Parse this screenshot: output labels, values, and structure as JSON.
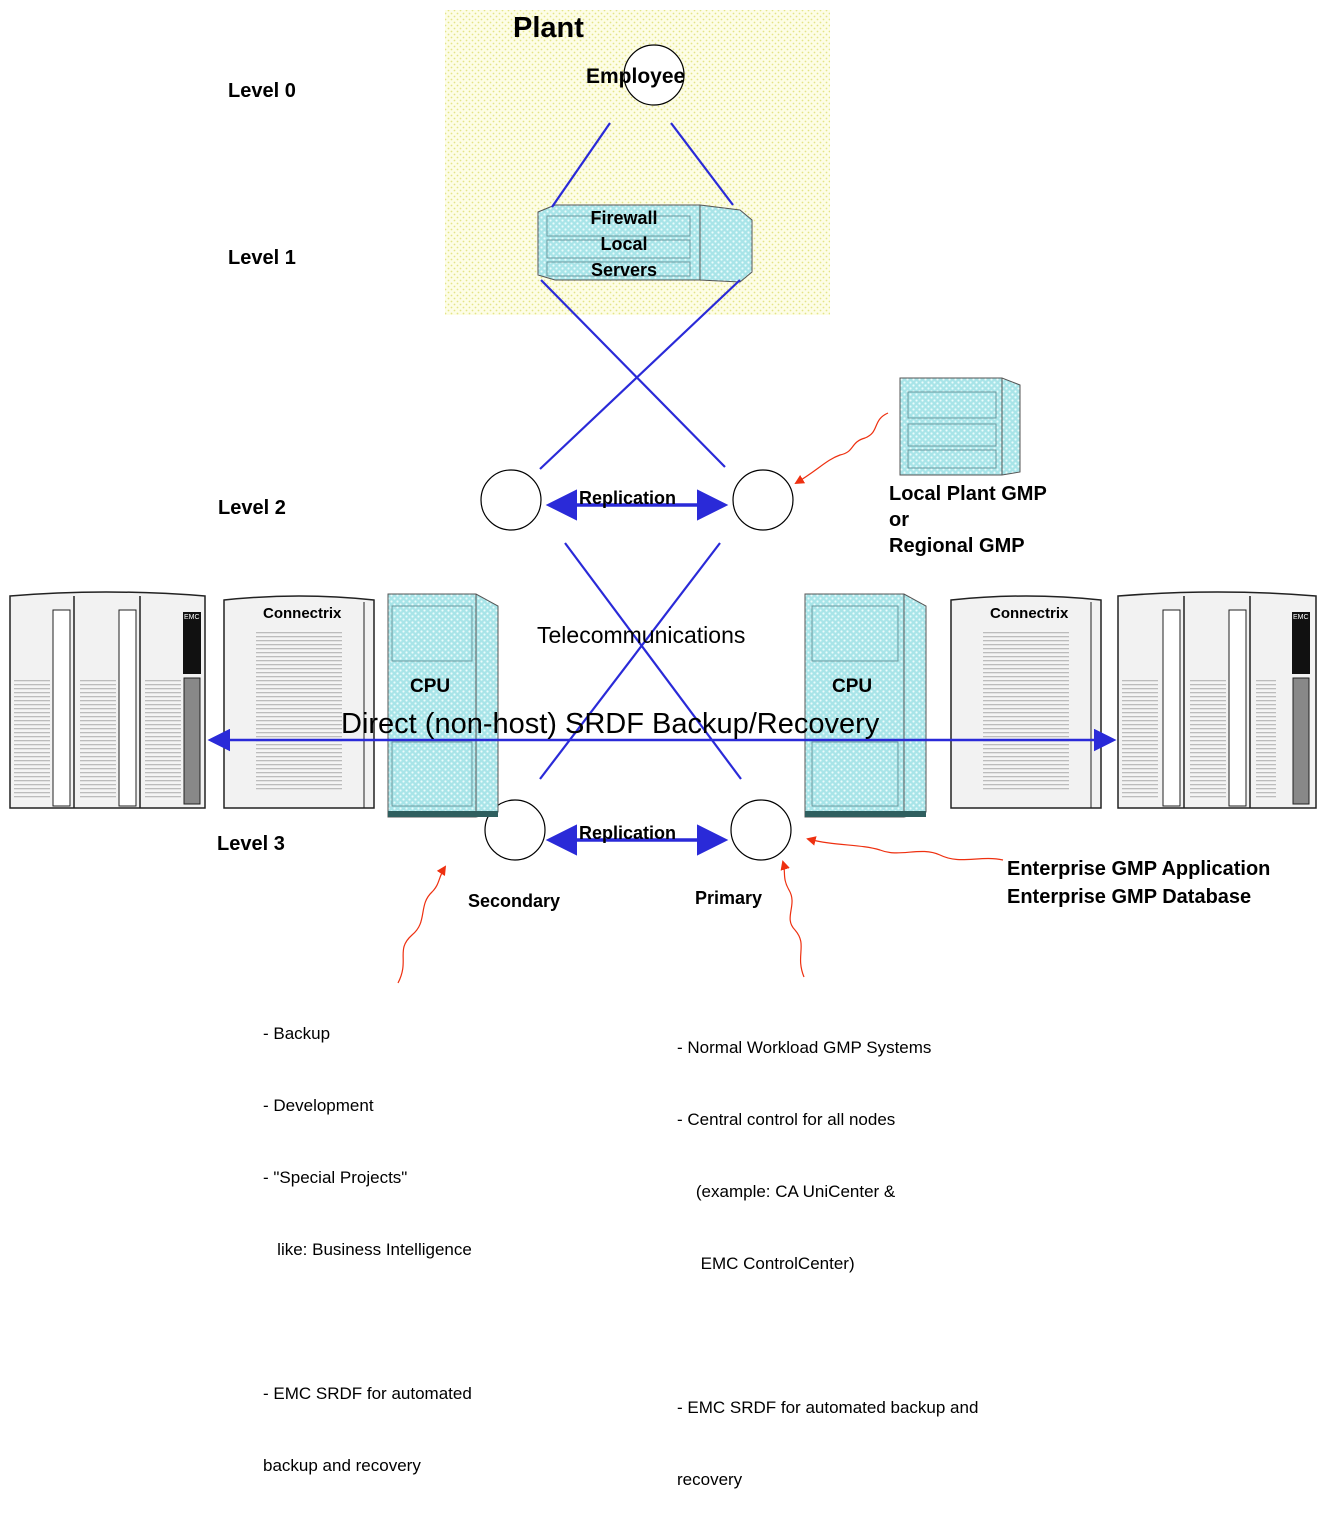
{
  "plant": {
    "title": "Plant"
  },
  "employee": {
    "label": "Employee"
  },
  "firewall": {
    "lines": [
      "Firewall",
      "Local",
      "Servers"
    ]
  },
  "levels": [
    "Level 0",
    "Level 1",
    "Level 2",
    "Level 3"
  ],
  "replication_label": "Replication",
  "telecom_label": "Telecommunications",
  "srdf_label": "Direct (non-host) SRDF Backup/Recovery",
  "connectrix_label": "Connectrix",
  "cpu_label": "CPU",
  "storage_badge": "EMC",
  "regional": {
    "lines": [
      "Local Plant GMP",
      "or",
      "Regional GMP"
    ]
  },
  "enterprise": {
    "lines": [
      "Enterprise GMP Application",
      "Enterprise GMP Database"
    ]
  },
  "secondary_label": "Secondary",
  "primary_label": "Primary",
  "secondary_notes": [
    "- Backup",
    "- Development",
    "- \"Special Projects\"",
    "   like: Business Intelligence",
    "",
    "- EMC SRDF for automated",
    "backup and recovery"
  ],
  "primary_notes": [
    "- Normal Workload GMP Systems",
    "- Central control for all nodes",
    "    (example: CA UniCenter &",
    "     EMC ControlCenter)",
    "",
    "- EMC SRDF for automated backup and",
    "recovery"
  ],
  "colors": {
    "link_blue": "#2a2ad8",
    "pointer_red": "#ee3010",
    "server_cyan": "#a8e4e8",
    "plant_bg": "#fdfde6",
    "plant_dot": "#e4e488"
  }
}
